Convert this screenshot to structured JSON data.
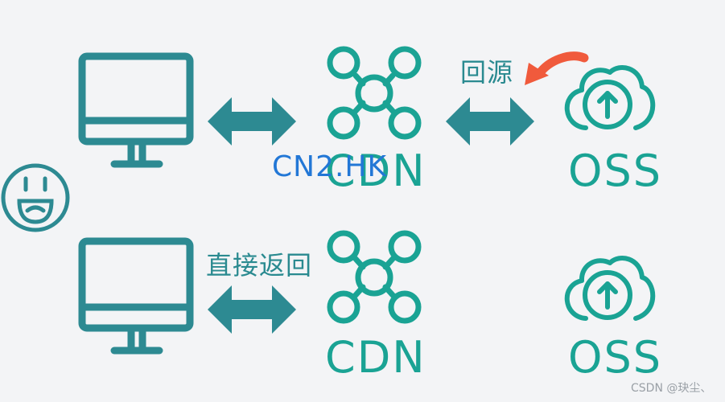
{
  "labels": {
    "cdn_top": "CDN",
    "cdn_bottom": "CDN",
    "oss_top": "OSS",
    "oss_bottom": "OSS",
    "origin_fetch": "回源",
    "direct_return": "直接返回",
    "overlay_text": "CN2.HK",
    "watermark": "CSDN @玦尘、"
  },
  "colors": {
    "teal_dark": "#2d8a92",
    "teal_light": "#1aa394",
    "overlay_blue": "#2277d6",
    "accent_red": "#f05a3c",
    "background": "#f3f4f6"
  },
  "icons": [
    "smiley-icon",
    "monitor-icon",
    "network-node-icon",
    "cloud-upload-icon",
    "double-arrow-icon",
    "curved-arrow-icon"
  ]
}
